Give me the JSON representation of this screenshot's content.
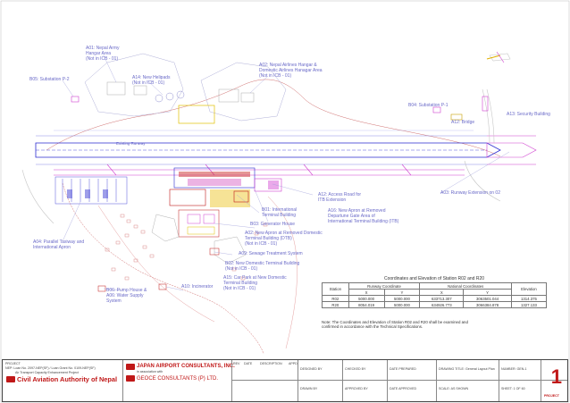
{
  "labels": {
    "b05_substation_p2": "B05: Substation P-2",
    "a01_nepal_army_hangar": "A01: Nepal Army\nHangar Area\n(Not in ICB - 01)",
    "a14_new_helipads": "A14: New Helipads\n(Not in ICB - 01)",
    "a02_nepal_airlines_hangar": "A02: Nepal Airlines Hangar &\nDomestic Airlines Hanagar Area\n(Not in ICB - 01)",
    "b04_substation_p1": "B04: Substation P-1",
    "a13_security_building": "A13: Security Building",
    "a12_bridge": "A12: Bridge",
    "existing_runway": "Existing Runway",
    "a12_access_road": "A12: Access Road for\nITB Extension",
    "a03_runway_extension": "A03: Runway Extension on 02",
    "b01_international_terminal": "B01: International\nTerminal Building",
    "a16_new_apron": "A16: New Apron at Removed\nDepartune Gate Area of\nInternational Terminal Building (ITB)",
    "b03_generator_house": "B03: Generator House",
    "a02_new_apron_domestic": "A02: New Apron at Removed Domestic\nTerminal Building (DTB)\n(Not in ICB - 01)",
    "a04_parallel_taxiway": "A04: Parallel Taxiway and\nInternational Apron",
    "a09_sewage_treatment": "A09: Sewage Treatment System",
    "b02_new_domestic_terminal": "B02: New Domestic Terminal Building\n(Not in ICB - 01)",
    "a15_car_park": "A15: Car Park at New Domestic\nTerminal Building\n(Not in ICB - 01)",
    "a10_incinerator": "A10: Incinerator",
    "b06_pump_house": "B06: Pump House &\nA06: Water Supply\nSystem"
  },
  "coord_table": {
    "title": "Coordinates and Elevation of Station R02 and R20",
    "station_header": "Station",
    "runway_coord_header": "Runway Coordinate",
    "national_coord_header": "National Coordinates",
    "elevation_header": "Elevation",
    "x_header": "X",
    "y_header": "Y",
    "rows": [
      {
        "station": "R02",
        "rx": "5000.000",
        "ry": "5000.000",
        "nx": "633713.307",
        "ny": "3063501.044",
        "elev": "1314.375"
      },
      {
        "station": "R20",
        "rx": "8054.019",
        "ry": "5000.000",
        "nx": "634926.773",
        "ny": "3066384.878",
        "elev": "1327.133"
      }
    ]
  },
  "note": "Note: The Coordinates and Elevation of Station R02 and R20 shall be examined and\nconfirmed in accordance with the Technical Specifications.",
  "title_block": {
    "project_line1": "PROJECT",
    "project_line2": "NEP: Loan No. 2097-NEP(SF) / Loan Grant No. 0109-NEP(SF)",
    "project_line3": "Air Transport Capacity Enhancement Project",
    "owner": "Civil Aviation Authority of Nepal",
    "consultant1": "JAPAN AIRPORT CONSULTANTS, INC.",
    "consultant1_sub": "in association with",
    "consultant2": "GEOCE CONSULTANTS (P) LTD.",
    "rev_headers": [
      "REV",
      "DATE",
      "DESCRIPTION",
      "APPD"
    ],
    "designed": "DESIGNED BY",
    "checked": "CHECKED BY",
    "drawn": "DRAWN BY",
    "approved": "APPROVED BY",
    "date_prepared": "DATE PREPARED",
    "date_approved": "DATE APPROVED",
    "scale": "SCALE: AS SHOWN",
    "drawing_title": "DRAWING TITLE: General Layout Plan",
    "drawing_number": "NUMBER: GEN-1",
    "sheet_label": "SHEET: 1 OF 60",
    "sheet_number": "1",
    "sheet_suffix": "PROJECT"
  },
  "colors": {
    "runway_blue": "#2b2bd0",
    "magenta": "#d040d0",
    "red": "#c01818",
    "yellow": "#e8c800",
    "label": "#6a6ac8"
  }
}
